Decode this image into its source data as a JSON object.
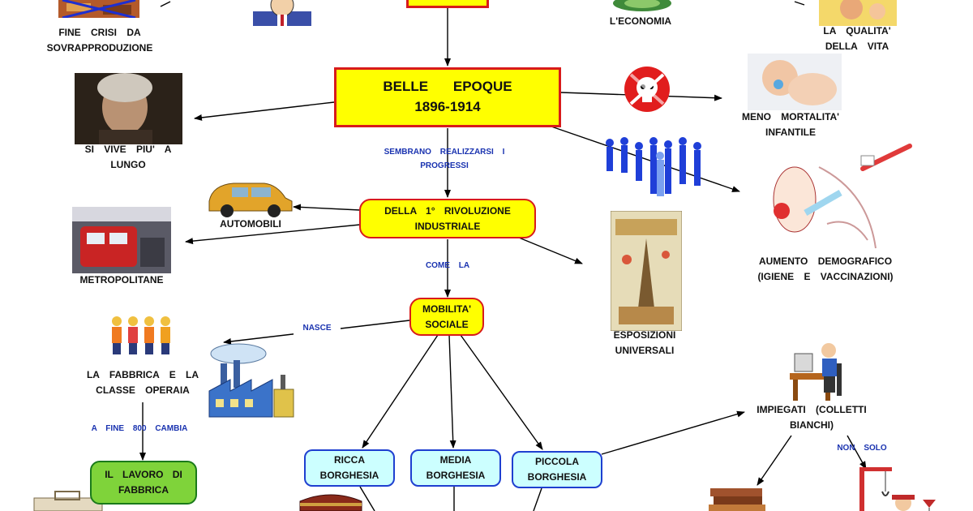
{
  "colors": {
    "main_box": "#ffff00",
    "box_border": "#d81b1b",
    "class_box": "#ccffff",
    "class_border": "#1e3fd0",
    "work_box": "#7fd33a",
    "link_text": "#1a33b0"
  },
  "nodes": {
    "main_title": "BELLE EPOQUE",
    "main_years": "1896-1914",
    "revolution": "DELLA 1° RIVOLUZIONE INDUSTRIALE",
    "mobility": "MOBILITA' SOCIALE",
    "rich": "RICCA BORGHESIA",
    "middle": "MEDIA BORGHESIA",
    "petty": "PICCOLA BORGHESIA",
    "work": "IL LAVORO DI FABBRICA"
  },
  "labels": {
    "crisis": "FINE CRISI DA SOVRAPPRODUZIONE",
    "economy": "L'ECONOMIA",
    "quality": "LA QUALITA' DELLA VITA",
    "longer_life": "SI VIVE PIU' A LUNGO",
    "infant": "MENO MORTALITA' INFANTILE",
    "cars": "AUTOMOBILI",
    "metro": "METROPOLITANE",
    "demographic": "AUMENTO DEMOGRAFICO (IGIENE E VACCINAZIONI)",
    "expo": "ESPOSIZIONI UNIVERSALI",
    "factory": "LA FABBRICA E LA CLASSE OPERAIA",
    "clerks": "IMPIEGATI (COLLETTI BIANCHI)"
  },
  "links": {
    "seem": "SEMBRANO REALIZZARSI I PROGRESSI",
    "as": "COME LA",
    "born": "NASCE",
    "change": "A FINE 800 CAMBIA",
    "not_only": "NON SOLO"
  }
}
